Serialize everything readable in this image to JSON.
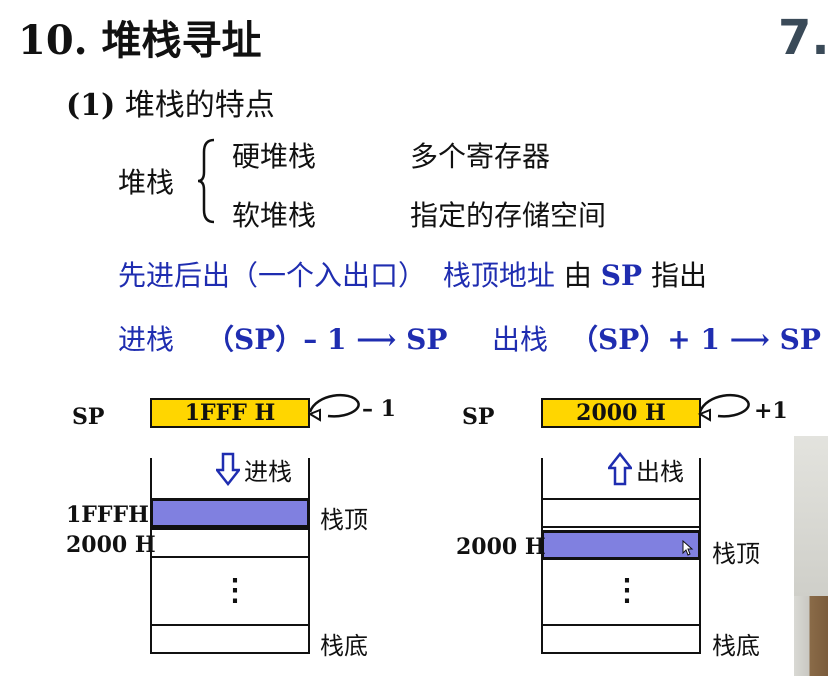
{
  "slide": {
    "title": "10. 堆栈寻址",
    "next_heading_fragment": "7.",
    "subtitle_num": "(1)",
    "subtitle_text": "堆栈的特点",
    "stack_label": "堆栈",
    "kinds": [
      {
        "name": "硬堆栈",
        "desc": "多个寄存器"
      },
      {
        "name": "软堆栈",
        "desc": "指定的存储空间"
      }
    ],
    "lifo": {
      "text": "先进后出（一个入出口）",
      "top_addr_prefix": "栈顶地址",
      "top_addr_by": "由",
      "sp": "SP",
      "top_addr_suffix": "指出"
    },
    "push_rule": {
      "op": "进栈",
      "expr": "（SP）– 1 ⟶ SP"
    },
    "pop_rule": {
      "op": "出栈",
      "expr": "（SP）+ 1 ⟶ SP"
    }
  },
  "diagram_push": {
    "sp_label": "SP",
    "sp_value": "1FFF H",
    "delta": "– 1",
    "arrow_label": "进栈",
    "addr_top": "1FFFH",
    "addr_next": "2000 H",
    "top_label": "栈顶",
    "bottom_label": "栈底",
    "dots": "⋮",
    "arrow_dir": "down",
    "highlight_color": "#8080e0"
  },
  "diagram_pop": {
    "sp_label": "SP",
    "sp_value": "2000 H",
    "delta": "+1",
    "arrow_label": "出栈",
    "addr_top": "2000 H",
    "top_label": "栈顶",
    "bottom_label": "栈底",
    "dots": "⋮",
    "arrow_dir": "up",
    "highlight_color": "#8080e0"
  },
  "colors": {
    "accent_blue": "#1f2db0",
    "sp_box": "#ffd600"
  }
}
